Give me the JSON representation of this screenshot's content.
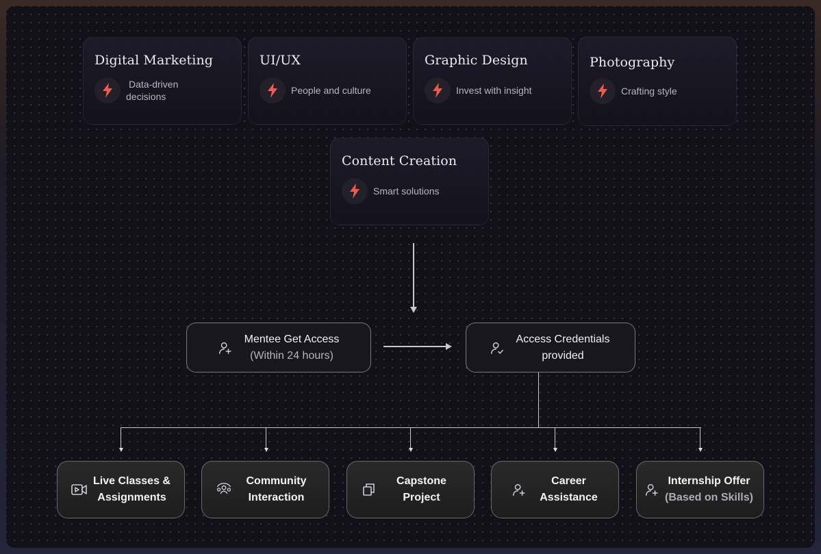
{
  "skills": [
    {
      "title": "Digital Marketing",
      "subtitle": "Data-driven decisions",
      "icon": "lightning-icon"
    },
    {
      "title": "UI/UX",
      "subtitle": "People and culture",
      "icon": "lightning-icon"
    },
    {
      "title": "Graphic Design",
      "subtitle": "Invest with insight",
      "icon": "lightning-icon"
    },
    {
      "title": "Photography",
      "subtitle": "Crafting style",
      "icon": "lightning-icon"
    },
    {
      "title": "Content Creation",
      "subtitle": "Smart solutions",
      "icon": "lightning-icon"
    }
  ],
  "access": {
    "mentee": {
      "line1": "Mentee Get Access",
      "line2": "(Within 24 hours)",
      "icon": "user-add-icon"
    },
    "credentials": {
      "line1": "Access Credentials",
      "line2": "provided",
      "icon": "user-check-icon"
    }
  },
  "outcomes": [
    {
      "line1": "Live Classes &",
      "line2": "Assignments",
      "icon": "video-icon"
    },
    {
      "line1": "Community",
      "line2": "Interaction",
      "icon": "community-icon"
    },
    {
      "line1": "Capstone",
      "line2": "Project",
      "icon": "copy-icon"
    },
    {
      "line1": "Career",
      "line2": "Assistance",
      "icon": "user-add-icon"
    },
    {
      "line1": "Internship Offer",
      "line2": "(Based on Skills)",
      "icon": "user-add-icon"
    }
  ],
  "colors": {
    "accent": "#ef5b4c",
    "background": "#121019"
  }
}
